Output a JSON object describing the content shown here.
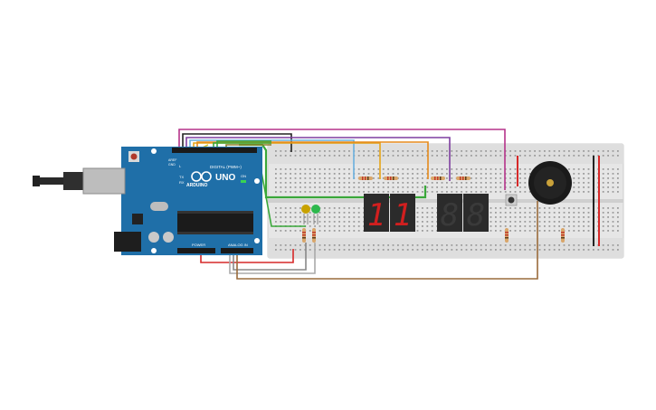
{
  "colors": {
    "background": "#ffffff",
    "arduino_board": "#1f6fa8",
    "breadboard": "#e8e8e8",
    "rail_red": "#d62828",
    "rail_black": "#222222",
    "segment_body": "#2b2b2b",
    "segment_on": "#d11f1f",
    "buzzer": "#1a1a1a",
    "led_yellow": "#c8a200",
    "led_green": "#2db84d"
  },
  "arduino": {
    "brand": "ARDUINO",
    "model": "UNO",
    "header_digital": "DIGITAL (PWM~)",
    "header_power": "POWER",
    "header_analog": "ANALOG IN",
    "label_on": "ON",
    "label_tx": "TX",
    "label_rx": "RX",
    "label_l": "L",
    "label_aref": "AREF",
    "label_gnd": "GND"
  },
  "components": {
    "display_digits": [
      "1",
      "1",
      "8",
      "8"
    ],
    "icons": [
      "usb-cable-icon",
      "dc-jack-icon",
      "reset-button-icon",
      "buzzer-icon",
      "pushbutton-icon"
    ]
  }
}
